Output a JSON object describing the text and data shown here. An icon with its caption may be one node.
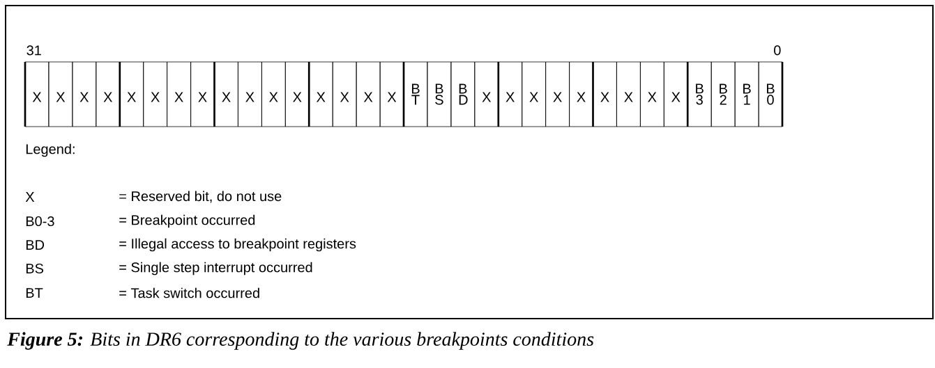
{
  "diagram": {
    "caption": "**Figure 5:** Bits in DR6 corresponding to the various breakpoints conditions",
    "labels": [
      "31",
      "0",
      "X",
      "X",
      "X",
      "X",
      "X",
      "X",
      "X",
      "X",
      "X",
      "X",
      "X",
      "X",
      "X",
      "X",
      "X",
      "X",
      "B T",
      "B S",
      "B D",
      "X",
      "X",
      "X",
      "X",
      "X",
      "X",
      "X",
      "X",
      "X",
      "B 3",
      "B 2",
      "B 1",
      "B 0",
      "Legend:",
      "X",
      "= Reserved bit, do not use",
      "B0-3",
      "= Breakpoint occurred",
      "BD",
      "= Illegal access to breakpoint registers",
      "BS",
      "= Single step interrupt occurred",
      "BT",
      "= Task switch occurred"
    ]
  }
}
